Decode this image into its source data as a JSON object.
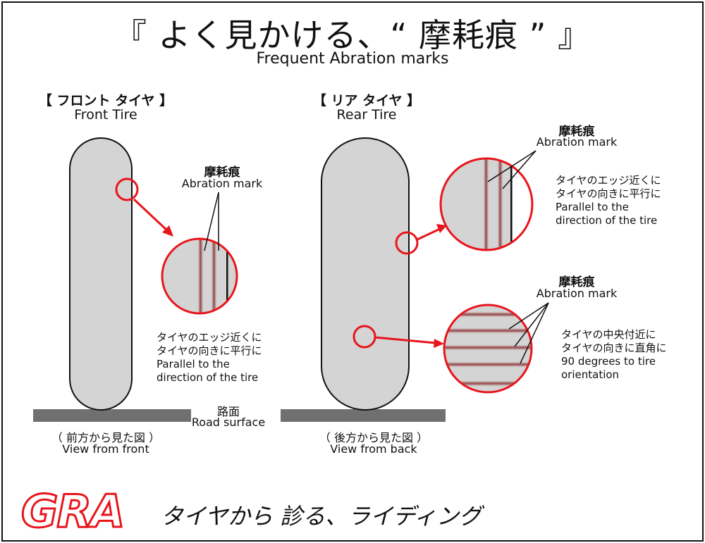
{
  "title": "『 よく見かける、“ 摩耗痕 ” 』",
  "subtitle": "Frequent Abration marks",
  "front": {
    "header_jp": "【 フロント タイヤ 】",
    "header_en": "Front Tire",
    "mark_jp": "摩耗痕",
    "mark_en": "Abration mark",
    "description": "タイヤのエッジ近くに\nタイヤの向きに平行に\nParallel to the\ndirection of the tire",
    "caption_jp": "（ 前方から見た図 ）",
    "caption_en": "View from front"
  },
  "road": {
    "label_jp": "路面",
    "label_en": "Road surface"
  },
  "rear": {
    "header_jp": "【 リア タイヤ 】",
    "header_en": "Rear Tire",
    "mark1_jp": "摩耗痕",
    "mark1_en": "Abration mark",
    "description1": "タイヤのエッジ近くに\nタイヤの向きに平行に\nParallel to the\ndirection of the tire",
    "mark2_jp": "摩耗痕",
    "mark2_en": "Abration mark",
    "description2": "タイヤの中央付近に\nタイヤの向きに直角に\n90 degrees to tire\norientation",
    "caption_jp": "（ 後方から見た図 ）",
    "caption_en": "View from back"
  },
  "footer": {
    "logo": "GRA",
    "tagline": "タイヤから 診る、ライディング"
  },
  "colors": {
    "accent": "#e8151c",
    "tire_fill": "#d4d4d4",
    "road": "#707070",
    "mark_line": "#8a2a2a"
  }
}
